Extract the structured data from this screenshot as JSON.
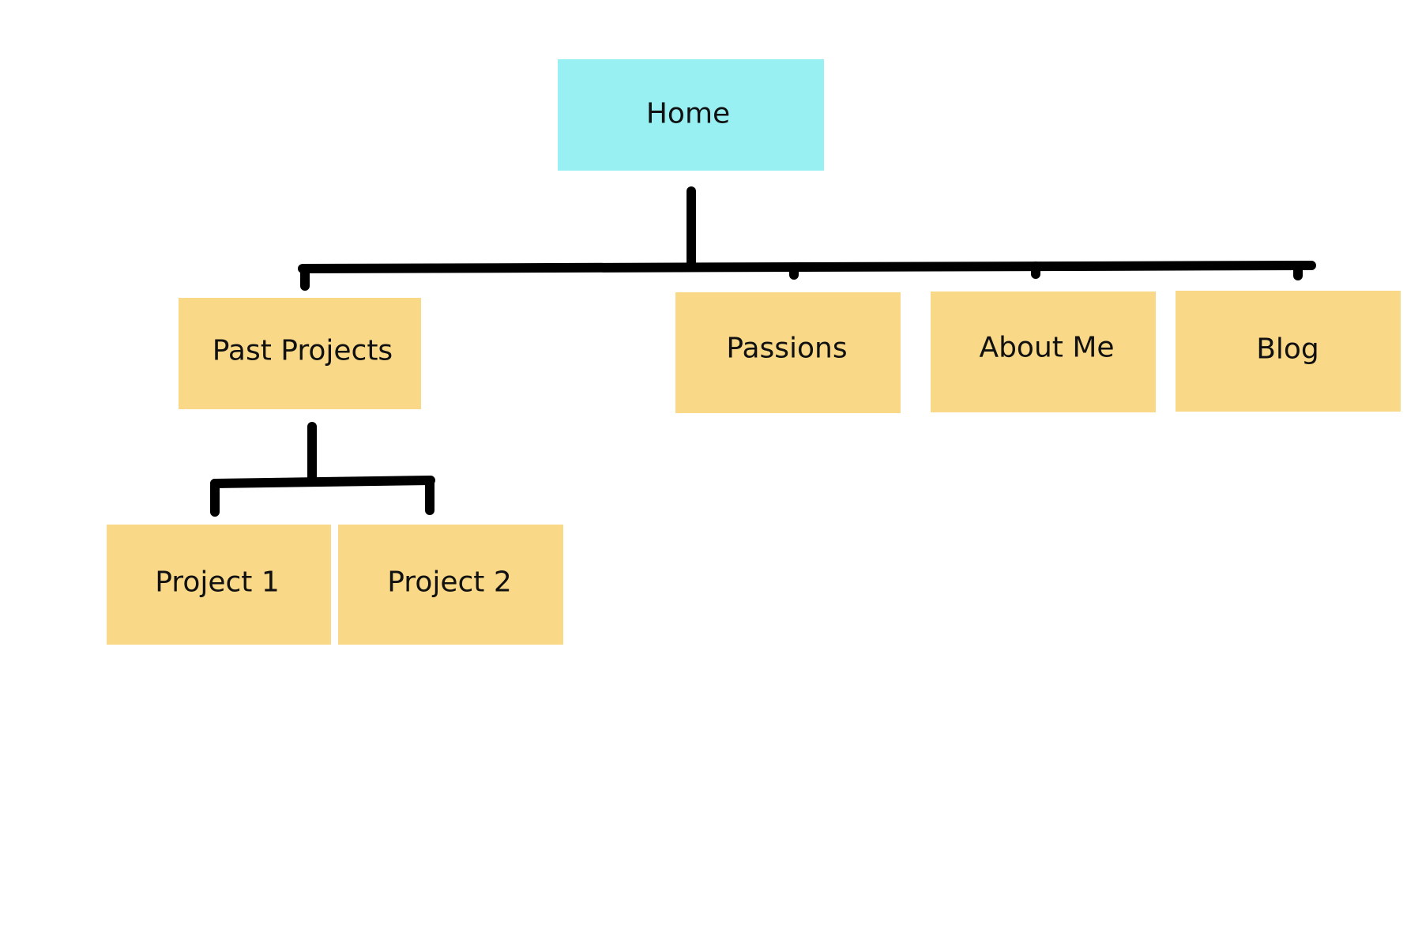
{
  "diagram": {
    "colors": {
      "root_fill": "#98F0F2",
      "node_fill": "#F9D888",
      "connector": "#000000",
      "text": "#111111",
      "background": "#FFFFFF"
    },
    "nodes": {
      "home": "Home",
      "past_projects": "Past Projects",
      "passions": "Passions",
      "about_me": "About Me",
      "blog": "Blog",
      "project_1": "Project 1",
      "project_2": "Project 2"
    },
    "edges": [
      [
        "home",
        "past_projects"
      ],
      [
        "home",
        "passions"
      ],
      [
        "home",
        "about_me"
      ],
      [
        "home",
        "blog"
      ],
      [
        "past_projects",
        "project_1"
      ],
      [
        "past_projects",
        "project_2"
      ]
    ]
  }
}
